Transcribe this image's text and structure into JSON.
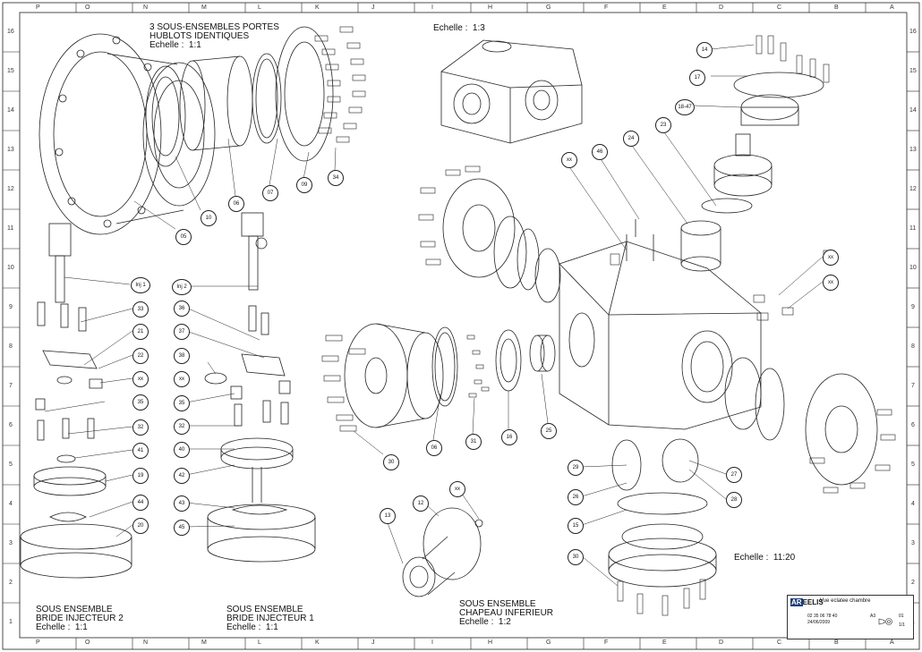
{
  "title_block": {
    "company": "AREELIS",
    "company_prefix": "AR",
    "company_suffix": "EELIS",
    "title": "Vue eclatee chambre",
    "phone": "02 35 06 78 40",
    "date": "24/06/2009",
    "format": "A3",
    "index": "01",
    "sheet": "1/1"
  },
  "scales": {
    "main": "Echelle :  11:20",
    "top": "Echelle :  1:3",
    "portholes": "Echelle :  1:1",
    "injector1": "Echelle :  1:1",
    "injector2": "Echelle :  1:1",
    "lower_cap": "Echelle :  1:2"
  },
  "subassemblies": {
    "portholes_l1": "3 SOUS-ENSEMBLES PORTES",
    "portholes_l2": "HUBLOTS IDENTIQUES",
    "injector1_l1": "SOUS ENSEMBLE",
    "injector1_l2": "BRIDE INJECTEUR 1",
    "injector2_l1": "SOUS ENSEMBLE",
    "injector2_l2": "BRIDE INJECTEUR 2",
    "lower_cap_l1": "SOUS ENSEMBLE",
    "lower_cap_l2": "CHAPEAU INFERIEUR"
  },
  "balloons": {
    "b05": "05",
    "b10": "10",
    "b06a": "06",
    "b07": "07",
    "b09": "09",
    "b34": "34",
    "inj1": "Inj 1",
    "inj2": "Inj 2",
    "b33": "33",
    "b21": "21",
    "b22": "22",
    "xx1": "xx",
    "b35a": "35",
    "b32a": "32",
    "b41": "41",
    "b19": "19",
    "b44": "44",
    "b20": "20",
    "b36": "36",
    "b37": "37",
    "b38": "38",
    "xx2": "xx",
    "b35b": "35",
    "b32b": "32",
    "b40": "40",
    "b42": "42",
    "b43": "43",
    "b45": "45",
    "b30a": "30",
    "b06b": "06",
    "b31": "31",
    "b16": "16",
    "b25": "25",
    "b12": "12",
    "xx3": "xx",
    "b13": "13",
    "xx4": "xx",
    "b46": "46",
    "b24": "24",
    "b23": "23",
    "b14": "14",
    "b17": "17",
    "b1847": "18-47",
    "xx5": "xx",
    "xx6": "xx",
    "b29": "29",
    "b26": "26",
    "b15": "15",
    "b27": "27",
    "b28": "28",
    "b30b": "30"
  },
  "border": {
    "columns": [
      "P",
      "O",
      "N",
      "M",
      "L",
      "K",
      "J",
      "I",
      "H",
      "G",
      "F",
      "E",
      "D",
      "C",
      "B",
      "A"
    ],
    "rows": [
      "16",
      "15",
      "14",
      "13",
      "12",
      "11",
      "10",
      "9",
      "8",
      "7",
      "6",
      "5",
      "4",
      "3",
      "2",
      "1"
    ]
  }
}
